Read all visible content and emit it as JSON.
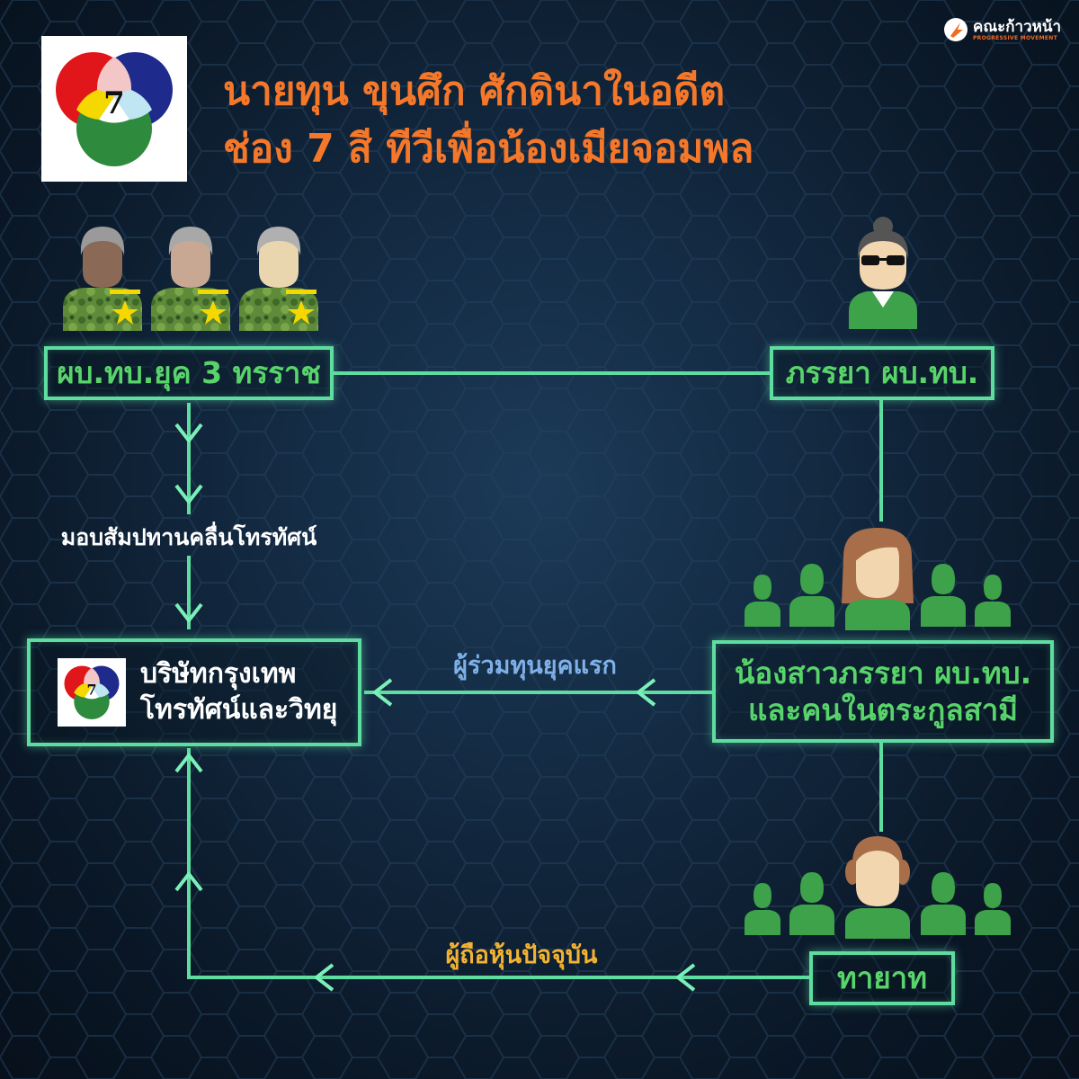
{
  "brand": {
    "name": "คณะก้าวหน้า",
    "tagline": "PROGRESSIVE MOVEMENT"
  },
  "title": {
    "line1": "นายทุน ขุนศึก ศักดินาในอดีต",
    "line2": "ช่อง 7 สี ทีวีเพื่อน้องเมียจอมพล"
  },
  "logo": {
    "number": "7"
  },
  "nodes": {
    "generals": "ผบ.ทบ.ยุค 3 ทรราช",
    "wife": "ภรรยา ผบ.ทบ.",
    "sister_line1": "น้องสาวภรรยา ผบ.ทบ.",
    "sister_line2": "และคนในตระกูลสามี",
    "heirs": "ทายาท",
    "company_line1": "บริษัทกรุงเทพ",
    "company_line2": "โทรทัศน์และวิทยุ"
  },
  "edges": {
    "concession": "มอบสัมปทานคลื่นโทรทัศน์",
    "early_investors": "ผู้ร่วมทุนยุคแรก",
    "current_shareholders": "ผู้ถือหุ้นปัจจุบัน"
  },
  "colors": {
    "title": "#f5782a",
    "box_text": "#58d46a",
    "connector": "#5fdca0",
    "early_label": "#7fb0e8",
    "current_label": "#f2b233"
  }
}
